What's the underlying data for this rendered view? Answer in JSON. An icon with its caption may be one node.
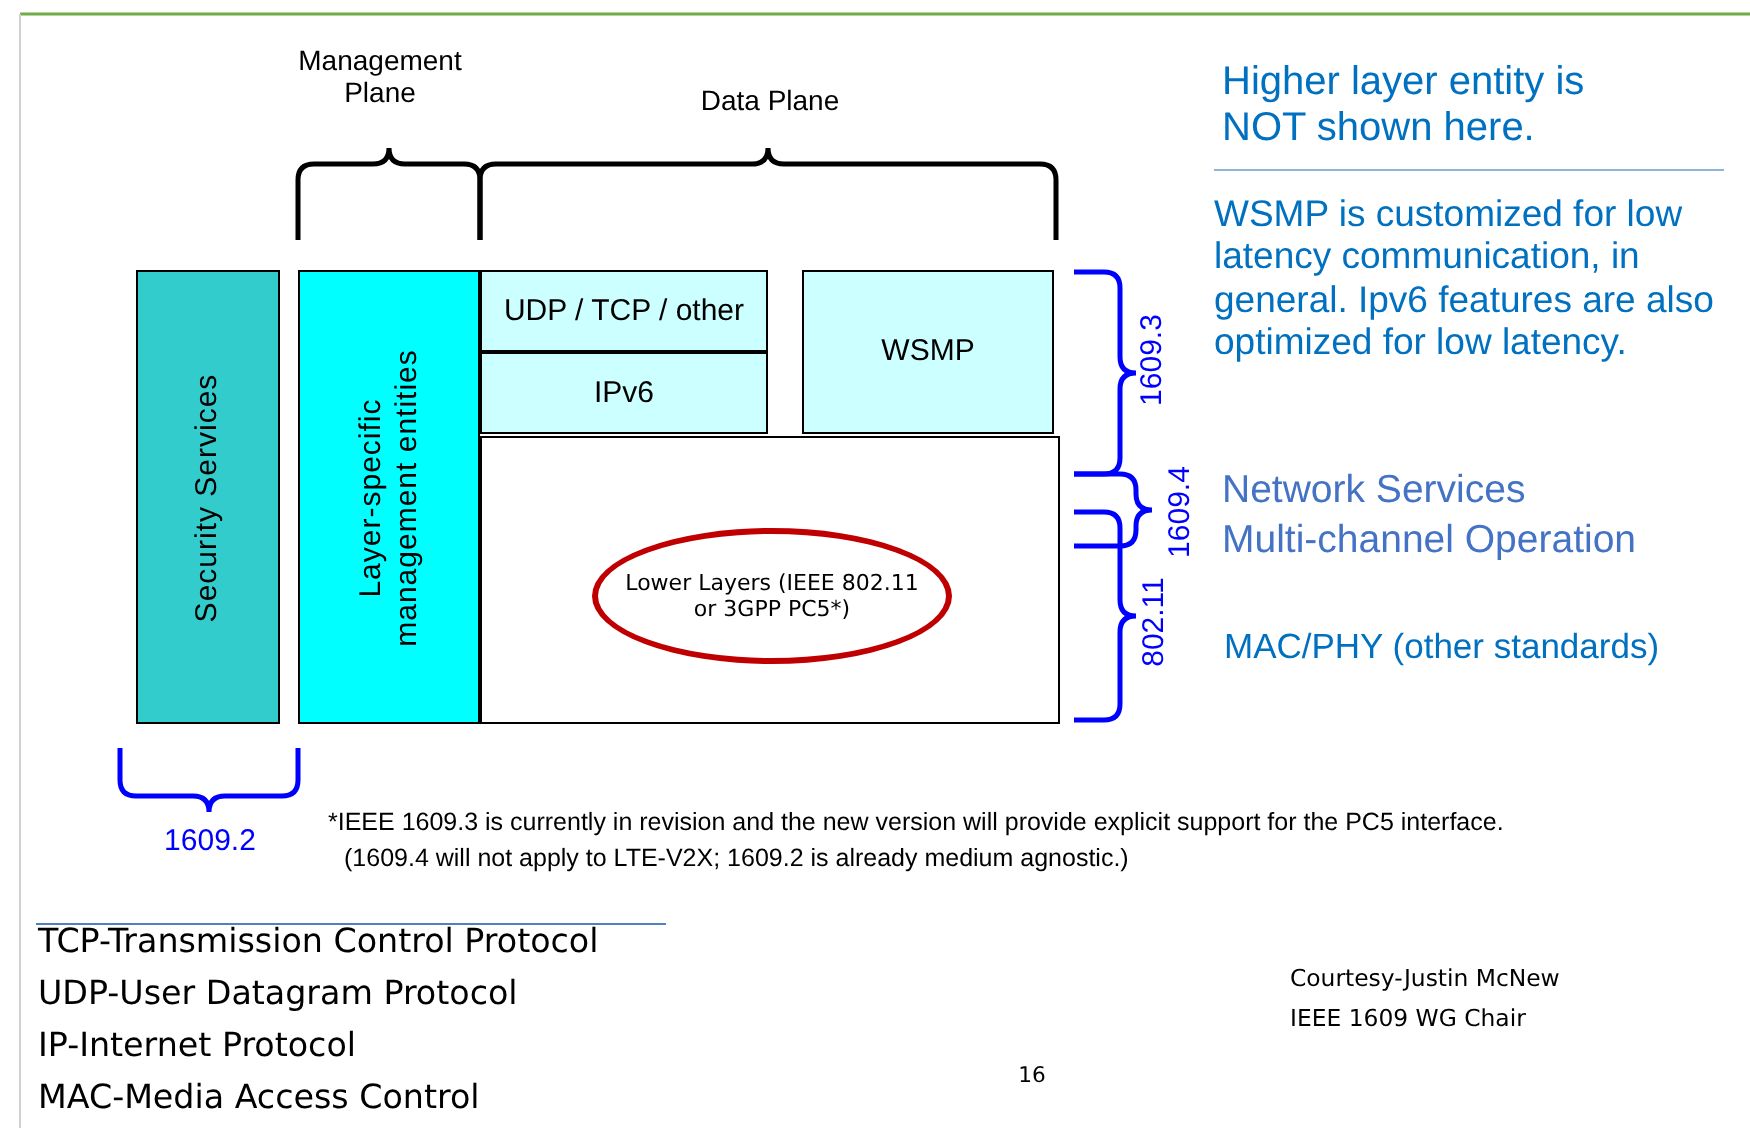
{
  "diagram": {
    "nodes": [
      {
        "text": [
          "Security Services"
        ]
      },
      {
        "text": [
          "Layer-specific management entities"
        ]
      },
      {
        "text": [
          "UDP / TCP / other"
        ]
      },
      {
        "text": [
          "IPv6"
        ]
      },
      {
        "text": [
          "WSMP"
        ]
      },
      {
        "text": [],
        "shape": "box"
      },
      {
        "text": [
          "Lower Layers (IEEE 802.11 or 3GPP PC5*)"
        ],
        "in": 5
      }
    ],
    "labels": [
      "Management Plane",
      "Data Plane",
      "Higher layer entity is NOT shown here.",
      "WSMP is customized for low latency communication, in general. Ipv6 features are also optimized for low latency.",
      "1609.3",
      "1609.4",
      "Network Services",
      "Multi-channel Operation",
      "802.11",
      "MAC/PHY (other standards)",
      "1609.2",
      "*IEEE 1609.3 is currently in revision and the new version will provide explicit support for the PC5 interface.",
      "(1609.4 will not apply to LTE-V2X; 1609.2 is already medium agnostic.)",
      "TCP-Transmission Control Protocol",
      "UDP-User Datagram Protocol",
      "IP-Internet Protocol",
      "MAC-Media Access Control",
      "Courtesy-Justin McNew",
      "IEEE 1609 WG Chair",
      "16"
    ]
  }
}
